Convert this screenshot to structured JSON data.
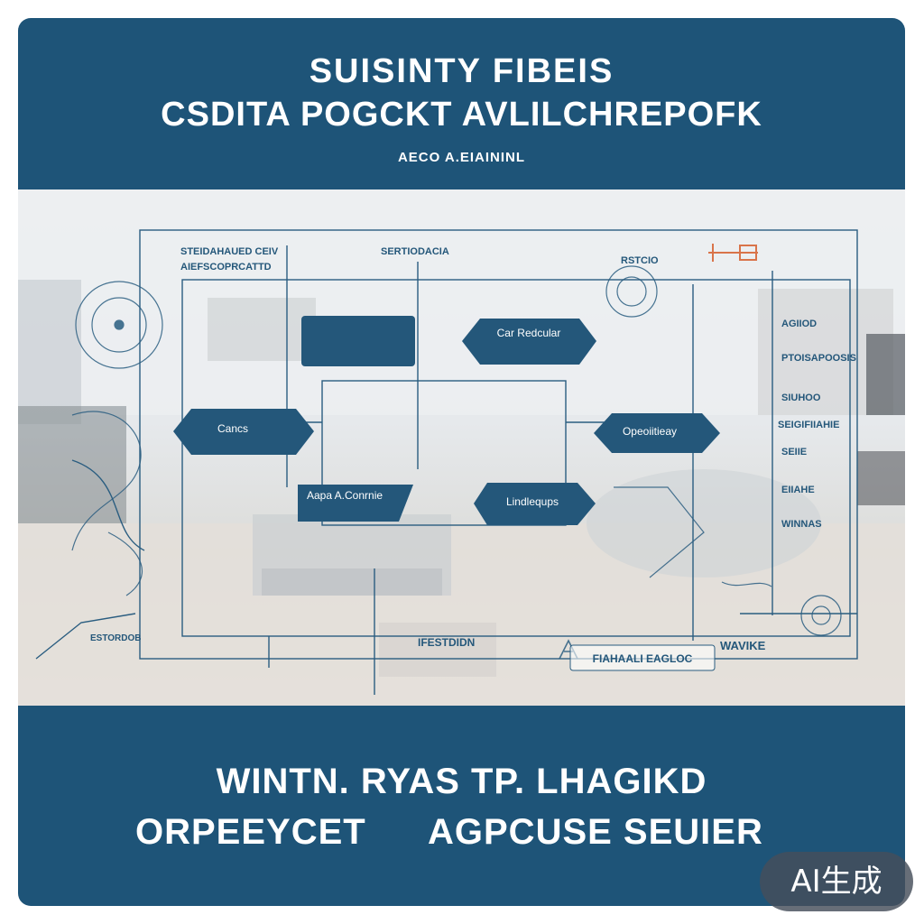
{
  "header": {
    "title_line1": "SUISINTY FIBEIS",
    "title_line2": "CSDITA POGCKT AVLILCHREPOFK",
    "subtitle": "AECO A.EIAININL"
  },
  "diagram": {
    "labels": {
      "top_left_line1": "STEIDAHAUED CEIV",
      "top_left_line2": "AIEFSCOPRCATTD",
      "top_center": "SERTIODACIA",
      "top_right": "RSTCIO",
      "bottom_center": "IFESTDIDN",
      "bottom_right_label": "WAVIKE",
      "bottom_left_small": "ESTORDOB"
    },
    "nodes": {
      "car_readouts": "Car Redcular",
      "cancs": "Cancs",
      "operational": "Opeoiitieay",
      "aupsconnie": "Aapa A.Conrnie",
      "lindlequps": "Lindlequps",
      "manual_bar": "FIAHAALI EAGLOC"
    },
    "right_list": [
      "AGIIOD",
      "PTOISAPOOSIS",
      "SIUHOO",
      "SEIGIFIIAHIE",
      "SEIIE",
      "EIIAHE",
      "WINNAS"
    ]
  },
  "footer": {
    "line1": "WINTN. RYAS TP. LHAGIKD",
    "line2a": "ORPEEYCET",
    "line2b": "AGPCUSE SEUIER"
  },
  "badge": {
    "text": "AI生成"
  },
  "colors": {
    "brand_blue": "#1e5478",
    "node_blue": "#24577a",
    "line_blue": "#2a5d80",
    "accent_orange": "#d9744a"
  }
}
